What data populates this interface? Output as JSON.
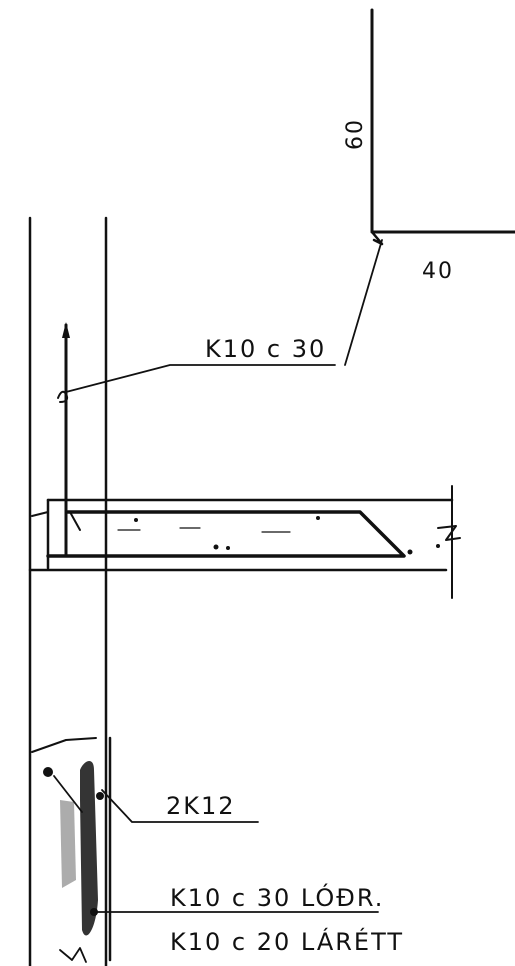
{
  "colors": {
    "ink": "#111111",
    "paper": "#ffffff"
  },
  "dimensions": {
    "vertical": "60",
    "horizontal": "40"
  },
  "labels": {
    "stirrup_top": "K10 c 30",
    "bars_beam": "2K12",
    "stirrup_vertical": "K10 c 30  LÓÐR.",
    "stirrup_horizontal": "K10 c 20  LÁRÉTT"
  }
}
